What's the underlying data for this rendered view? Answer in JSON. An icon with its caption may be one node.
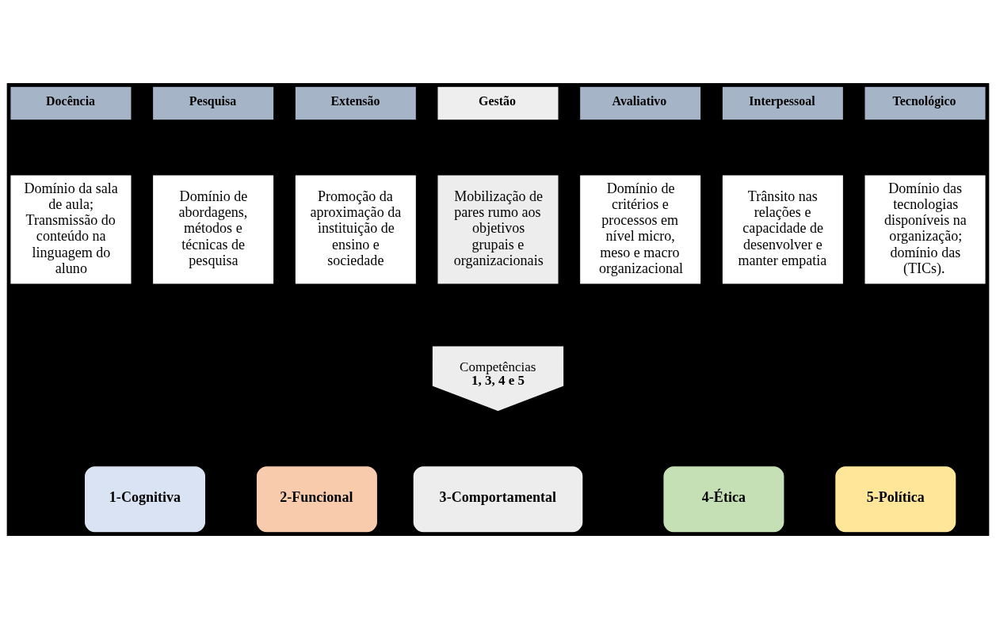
{
  "diagram": {
    "nodes": [
      {
        "text": [
          "Docência"
        ]
      },
      {
        "text": [
          "Pesquisa"
        ]
      },
      {
        "text": [
          "Extensão"
        ]
      },
      {
        "text": [
          "Gestão"
        ]
      },
      {
        "text": [
          "Avaliativo"
        ]
      },
      {
        "text": [
          "Interpessoal"
        ]
      },
      {
        "text": [
          "Tecnológico"
        ]
      },
      {
        "text": [
          "Domínio da sala de aula; Transmissão do conteúdo na linguagem do aluno"
        ]
      },
      {
        "text": [
          "Domínio de abordagens, métodos e técnicas de pesquisa"
        ]
      },
      {
        "text": [
          "Promoção da aproximação da instituição de ensino e sociedade"
        ]
      },
      {
        "text": [
          "Mobilização de pares rumo aos objetivos grupais e organizacionais"
        ]
      },
      {
        "text": [
          "Domínio de critérios e processos em nível micro, meso e macro organizacional"
        ]
      },
      {
        "text": [
          "Trânsito nas relações e capacidade de desenvolver e manter empatia"
        ]
      },
      {
        "text": [
          "Domínio das tecnologias disponíveis na organização; domínio das (TICs)."
        ]
      },
      {
        "text": [
          "Competências",
          "**1**, **3**, **4** e **5**"
        ]
      },
      {
        "text": [
          "1-Cognitiva"
        ]
      },
      {
        "text": [
          "2-Funcional"
        ]
      },
      {
        "text": [
          "3-Comportamental"
        ]
      },
      {
        "text": [
          "4-Ética"
        ]
      },
      {
        "text": [
          "5-Política"
        ]
      }
    ],
    "edges": []
  }
}
